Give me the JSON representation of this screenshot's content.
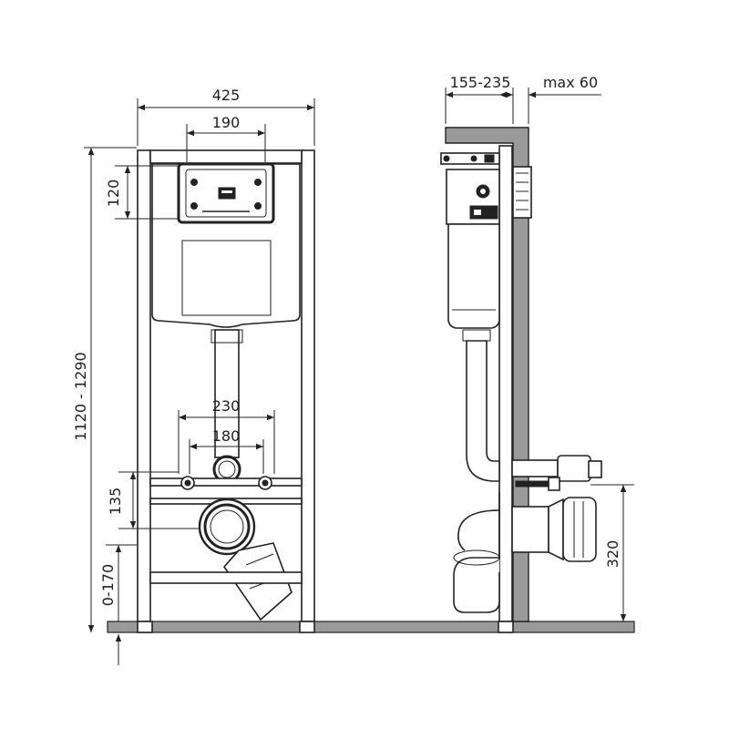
{
  "front_view": {
    "dimensions": {
      "width_total": "425",
      "button_width": "190",
      "button_height": "120",
      "frame_height": "1120 - 1290",
      "stud_spacing_outer": "230",
      "stud_spacing_inner": "180",
      "stud_to_outlet": "135",
      "foot_adjust": "0-170"
    }
  },
  "side_view": {
    "dimensions": {
      "wall_depth": "155-235",
      "max_front": "max 60",
      "outlet_height": "320"
    }
  },
  "colors": {
    "line": "#222222",
    "wall_fill": "#9a9a9a",
    "background": "#ffffff"
  }
}
